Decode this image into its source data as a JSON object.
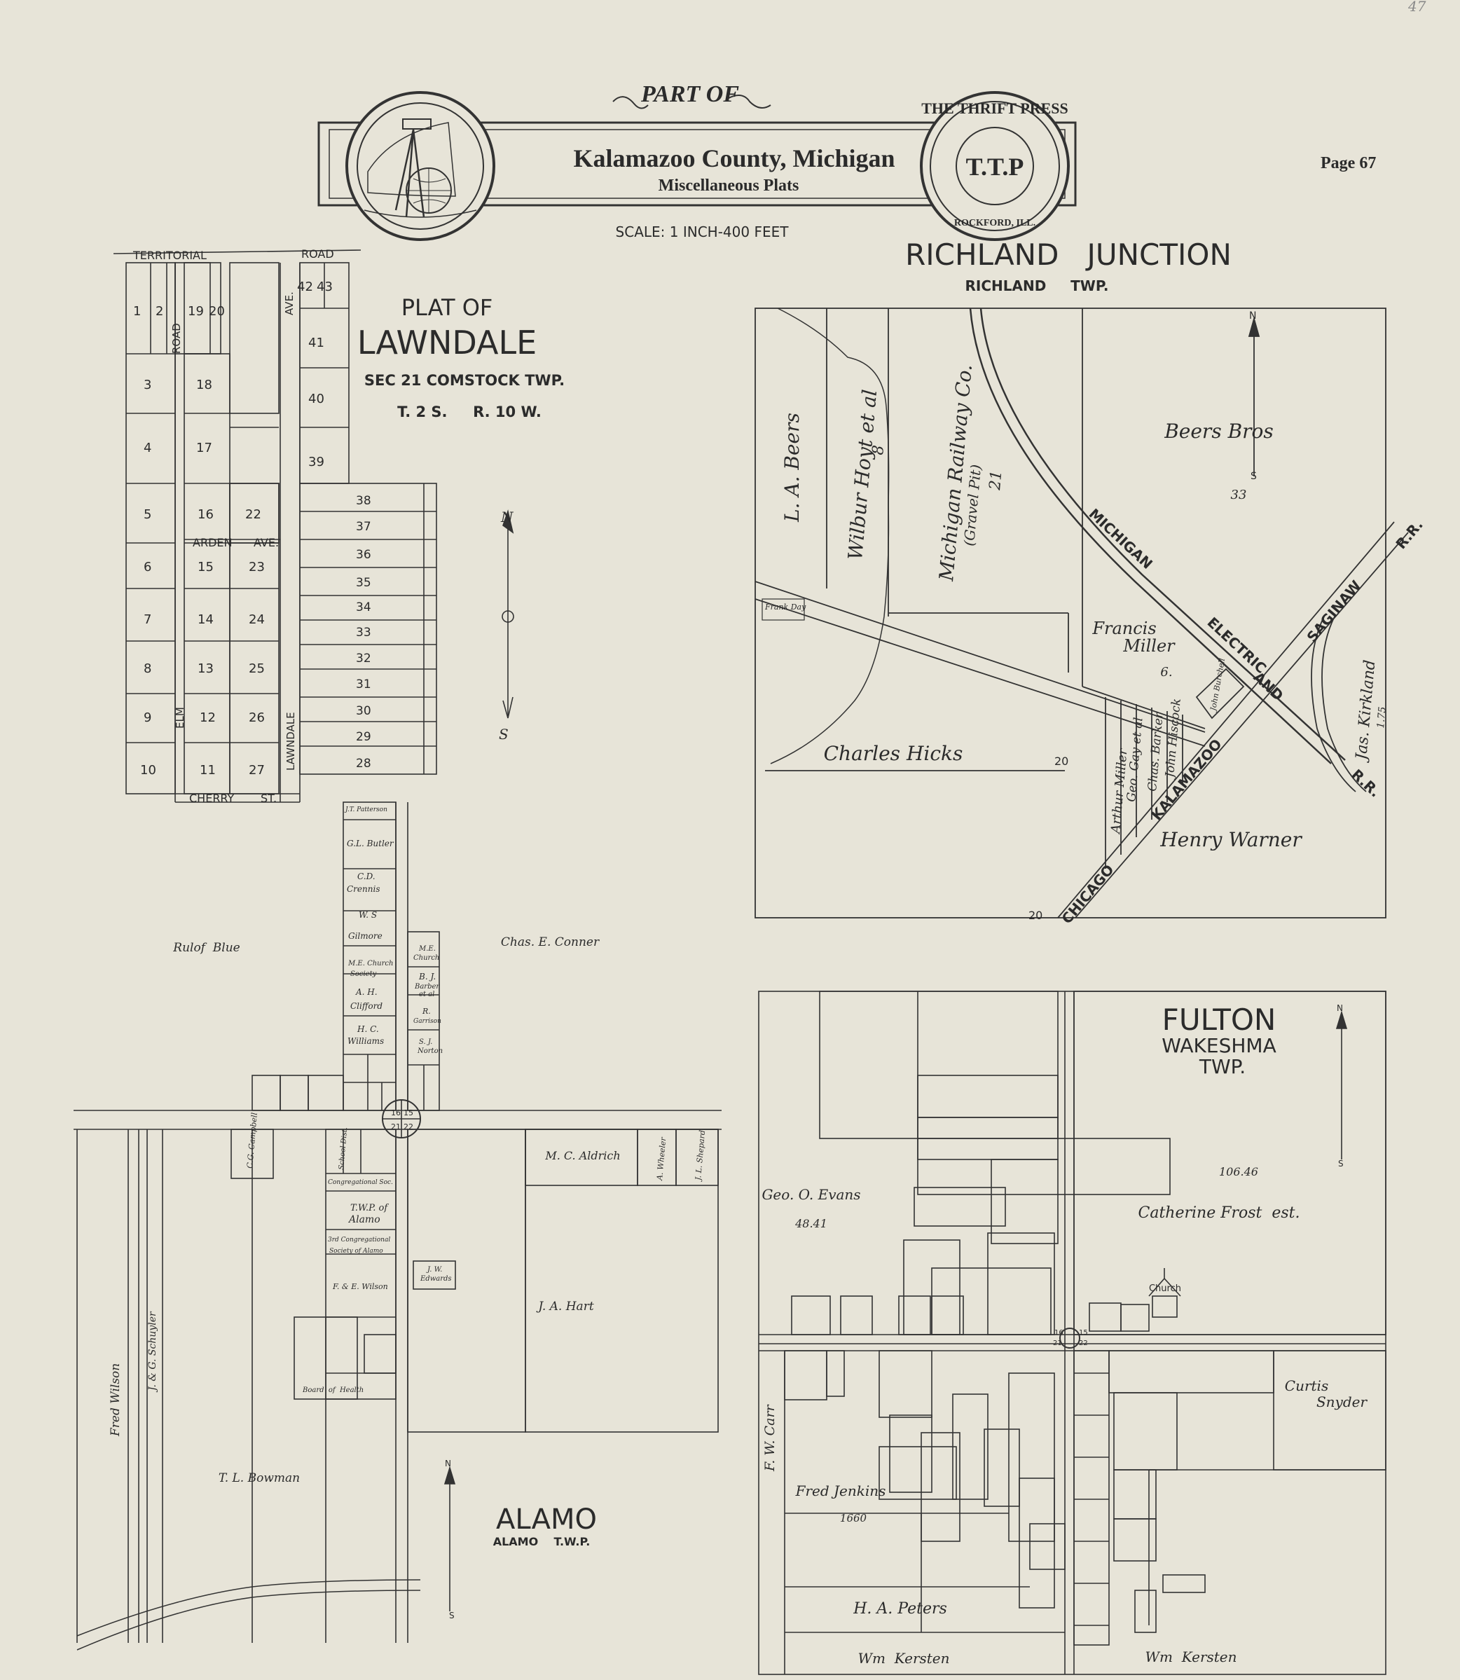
{
  "header": {
    "part_of": "PART OF",
    "county": "Kalamazoo County, Michigan",
    "subtitle": "Miscellaneous Plats",
    "scale": "SCALE: 1 INCH-400 FEET",
    "page": "Page 67",
    "page_pencil": "47",
    "seal_text": "THE THRIFT PRESS",
    "seal_city": "ROCKFORD, ILL.",
    "seal_mono": "T.T.P"
  },
  "lawndale": {
    "title1": "PLAT OF",
    "title2": "LAWNDALE",
    "sec": "SEC 21 COMSTOCK TWP.",
    "twp": "T. 2 S.     R. 10 W.",
    "roads": {
      "territorial": "TERRITORIAL",
      "road": "ROAD",
      "road_v": "ROAD",
      "ave_v": "AVE.",
      "arden": "ARDEN",
      "arden_ave": "AVE.",
      "elm": "ELM",
      "cherry": "CHERRY",
      "st": "ST.",
      "lawndale": "LAWNDALE"
    },
    "col1": [
      "1",
      "3",
      "4",
      "5",
      "6",
      "7",
      "8",
      "9",
      "10"
    ],
    "col2": [
      "2"
    ],
    "col3": [
      "19",
      "18",
      "17",
      "16",
      "15",
      "14",
      "13",
      "12",
      "11"
    ],
    "col4": [
      "20",
      "22",
      "23",
      "24",
      "25",
      "26",
      "27"
    ],
    "col5": [
      "42",
      "43",
      "41",
      "40",
      "39"
    ],
    "col6": [
      "38",
      "37",
      "36",
      "35",
      "34",
      "33",
      "32",
      "31",
      "30",
      "29",
      "28"
    ],
    "compass_n": "N",
    "compass_s": "S"
  },
  "richland": {
    "title": "RICHLAND   JUNCTION",
    "twp": "RICHLAND     TWP.",
    "owners": [
      "L. A. Beers",
      "Wilbur Hoyt et al",
      "8",
      "Michigan Railway Co.",
      "(Gravel Pit)",
      "21",
      "Beers Bros",
      "33",
      "Francis",
      "Miller",
      "6.",
      "Charles Hicks",
      "Henry Warner",
      "Jas. Kirkland",
      "1.75",
      "Arthur Miller",
      "Geo. Gay et al",
      "Chas. Barker",
      "John Hiscock",
      "Frank Day",
      "John Burchell",
      "20",
      "20"
    ],
    "rail": [
      "MICHIGAN",
      "ELECTRIC",
      "AND",
      "SAGINAW",
      "R.R.",
      "R.R.",
      "KALAMAZOO",
      "CHICAGO"
    ],
    "compass_n": "N",
    "compass_s": "S"
  },
  "alamo": {
    "title": "ALAMO",
    "twp": "ALAMO    T.W.P.",
    "owners": [
      "Rulof  Blue",
      "Chas. E. Conner",
      "J.T. Patterson",
      "G.L. Butler",
      "C.D.",
      "Crennis",
      "W. S",
      "Gilmore",
      "M.E. Church",
      "Society",
      "A. H.",
      "Clifford",
      "H. C.",
      "Williams",
      "M.E.",
      "Church",
      "B. J.",
      "Barber",
      "et al",
      "R.",
      "Garrison",
      "S. J.",
      "Norton",
      "M. C. Aldrich",
      "A. Wheeler",
      "J. L. Shepard",
      "C.G. Campbell",
      "J. A. Hart",
      "T.W.P. of",
      "Alamo",
      "Congregational Soc.",
      "3rd Congregational",
      "Society of Alamo",
      "F. & E. Wilson",
      "J. W.",
      "Edwards",
      "School Dist.",
      "Board  of  Health",
      "Fred Wilson",
      "J. & G. Schuyler",
      "T. L. Bowman"
    ],
    "corner": [
      "16",
      "15",
      "21",
      "22"
    ],
    "compass_n": "N",
    "compass_s": "S"
  },
  "fulton": {
    "title": "FULTON",
    "sub1": "WAKESHMA",
    "sub2": "TWP.",
    "owners": [
      "Geo. O. Evans",
      "48.41",
      "106.46",
      "Catherine Frost  est.",
      "Church",
      "Curtis",
      "Snyder",
      "F. W. Carr",
      "Fred Jenkins",
      "1660",
      "H. A. Peters",
      "Wm  Kersten",
      "Wm  Kersten"
    ],
    "corner": [
      "16",
      "15",
      "21",
      "22"
    ],
    "compass_n": "N",
    "compass_s": "S"
  }
}
